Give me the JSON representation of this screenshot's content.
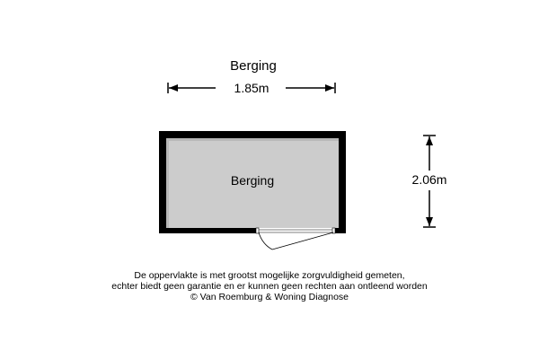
{
  "title": "Berging",
  "room": {
    "label": "Berging",
    "width_label": "1.85m",
    "height_label": "2.06m"
  },
  "disclaimer": {
    "line1": "De oppervlakte is met grootst mogelijke zorgvuldigheid gemeten,",
    "line2": "echter biedt geen garantie en er kunnen geen rechten aan ontleend worden",
    "line3": "© Van Roemburg & Woning Diagnose"
  },
  "colors": {
    "wall": "#000000",
    "floor": "#cccccc"
  }
}
